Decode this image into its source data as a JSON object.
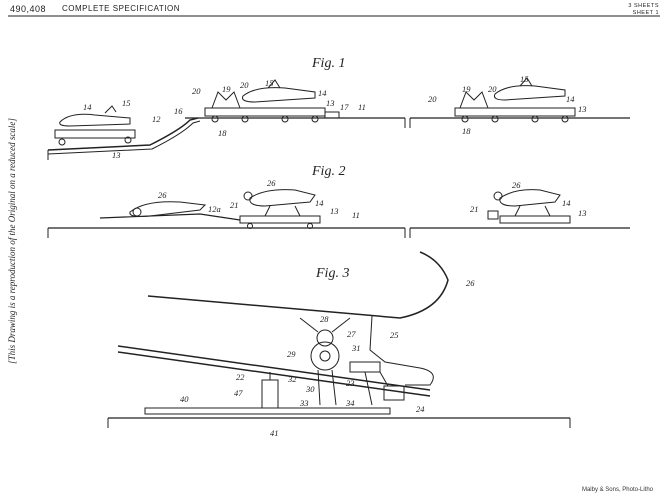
{
  "header": {
    "patent_number": "490,408",
    "spec_title": "COMPLETE SPECIFICATION",
    "sheets": "3 SHEETS",
    "sheet_no": "SHEET 1"
  },
  "side_note": "[This Drawing is a reproduction of the Original on a reduced scale]",
  "figures": {
    "fig1": "Fig. 1",
    "fig2": "Fig. 2",
    "fig3": "Fig. 3"
  },
  "reference_numerals": {
    "fig1_left": [
      "14",
      "15",
      "12",
      "16",
      "13",
      "20",
      "19",
      "20",
      "15",
      "14",
      "13",
      "17",
      "11",
      "18"
    ],
    "fig1_right": [
      "20",
      "19",
      "20",
      "15",
      "14",
      "13",
      "18"
    ],
    "fig2_left": [
      "26",
      "12a",
      "21",
      "26",
      "14",
      "13",
      "11"
    ],
    "fig2_right": [
      "26",
      "21",
      "14",
      "13"
    ],
    "fig3": [
      "26",
      "28",
      "27",
      "25",
      "31",
      "29",
      "22",
      "32",
      "30",
      "23",
      "47",
      "33",
      "34",
      "24",
      "40",
      "41"
    ]
  },
  "footer": "Malby & Sons, Photo-Litho"
}
